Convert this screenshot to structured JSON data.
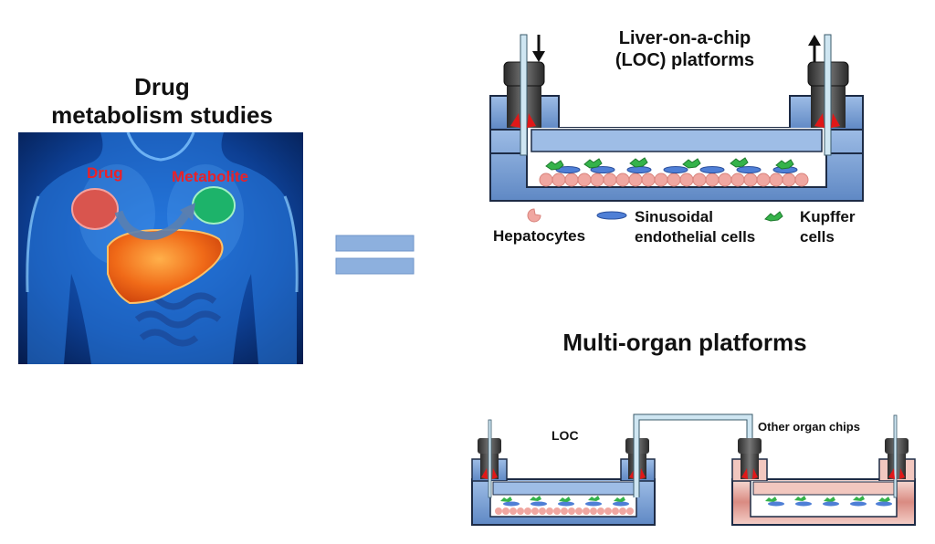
{
  "left_panel": {
    "title_line1": "Drug",
    "title_line2": "metabolism studies",
    "drug_label": "Drug",
    "metabolite_label": "Metabolite"
  },
  "loc_panel": {
    "title_line1": "Liver-on-a-chip",
    "title_line2": "(LOC) platforms",
    "legend": {
      "hepatocytes": "Hepatocytes",
      "sinusoidal_line1": "Sinusoidal",
      "sinusoidal_line2": "endothelial cells",
      "kupffer_line1": "Kupffer",
      "kupffer_line2": "cells"
    }
  },
  "multi_panel": {
    "title": "Multi-organ platforms",
    "loc_label": "LOC",
    "other_label": "Other organ chips"
  },
  "colors": {
    "body_blue": "#1a63c9",
    "liver_orange": "#e8641a",
    "drug_red": "#d9554e",
    "metabolite_green": "#1db36a",
    "chip_blue": "#7ea4d6",
    "chip_pink": "#f2c7bf",
    "label_red": "#e8222a"
  }
}
